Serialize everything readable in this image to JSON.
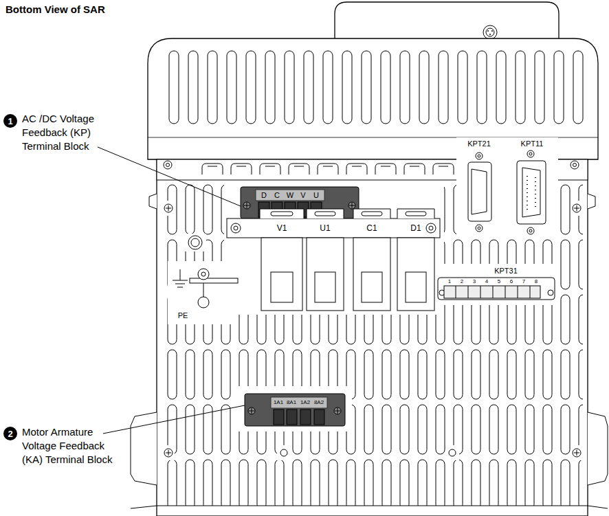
{
  "diagram": {
    "title": "Bottom View of SAR",
    "labels": [
      "KPT21",
      "KPT11",
      "D",
      "C",
      "W",
      "V",
      "U",
      "1",
      "AC /DC Voltage Feedback (KP) Terminal Block",
      "V1",
      "U1",
      "C1",
      "D1",
      "KPT31",
      "1",
      "2",
      "3",
      "4",
      "5",
      "6",
      "7",
      "8",
      "PE",
      "1A1",
      "8A1",
      "1A2",
      "8A2",
      "2",
      "Motor Armature Voltage Feedback (KA) Terminal Block"
    ]
  }
}
